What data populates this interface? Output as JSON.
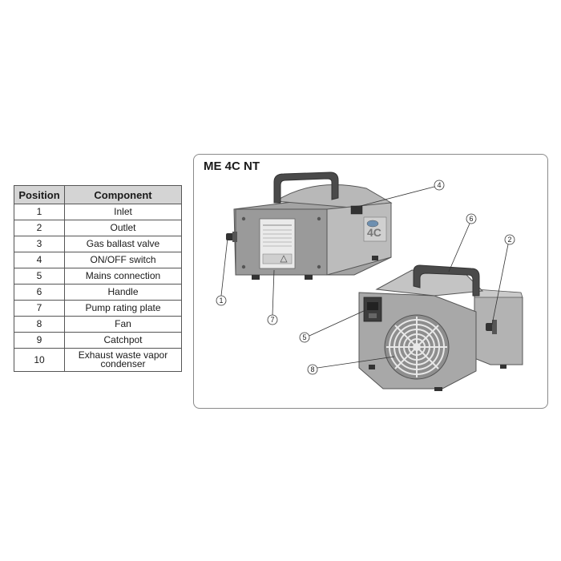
{
  "table": {
    "headers": [
      "Position",
      "Component"
    ],
    "rows": [
      {
        "position": "1",
        "component": "Inlet"
      },
      {
        "position": "2",
        "component": "Outlet"
      },
      {
        "position": "3",
        "component": "Gas ballast valve"
      },
      {
        "position": "4",
        "component": "ON/OFF switch"
      },
      {
        "position": "5",
        "component": "Mains connection"
      },
      {
        "position": "6",
        "component": "Handle"
      },
      {
        "position": "7",
        "component": "Pump rating plate"
      },
      {
        "position": "8",
        "component": "Fan"
      },
      {
        "position": "9",
        "component": "Catchpot"
      },
      {
        "position": "10",
        "component": "Exhaust waste vapor condenser"
      }
    ]
  },
  "panel": {
    "title": "ME 4C NT",
    "pump_badge": "4C",
    "callouts": [
      "1",
      "2",
      "4",
      "5",
      "6",
      "7",
      "8"
    ]
  },
  "colors": {
    "pump_body": "#9c9c9c",
    "pump_light": "#c4c4c4",
    "pump_dark": "#6e6e6e",
    "handle": "#4a4a4a",
    "table_header": "#d4d4d4"
  }
}
